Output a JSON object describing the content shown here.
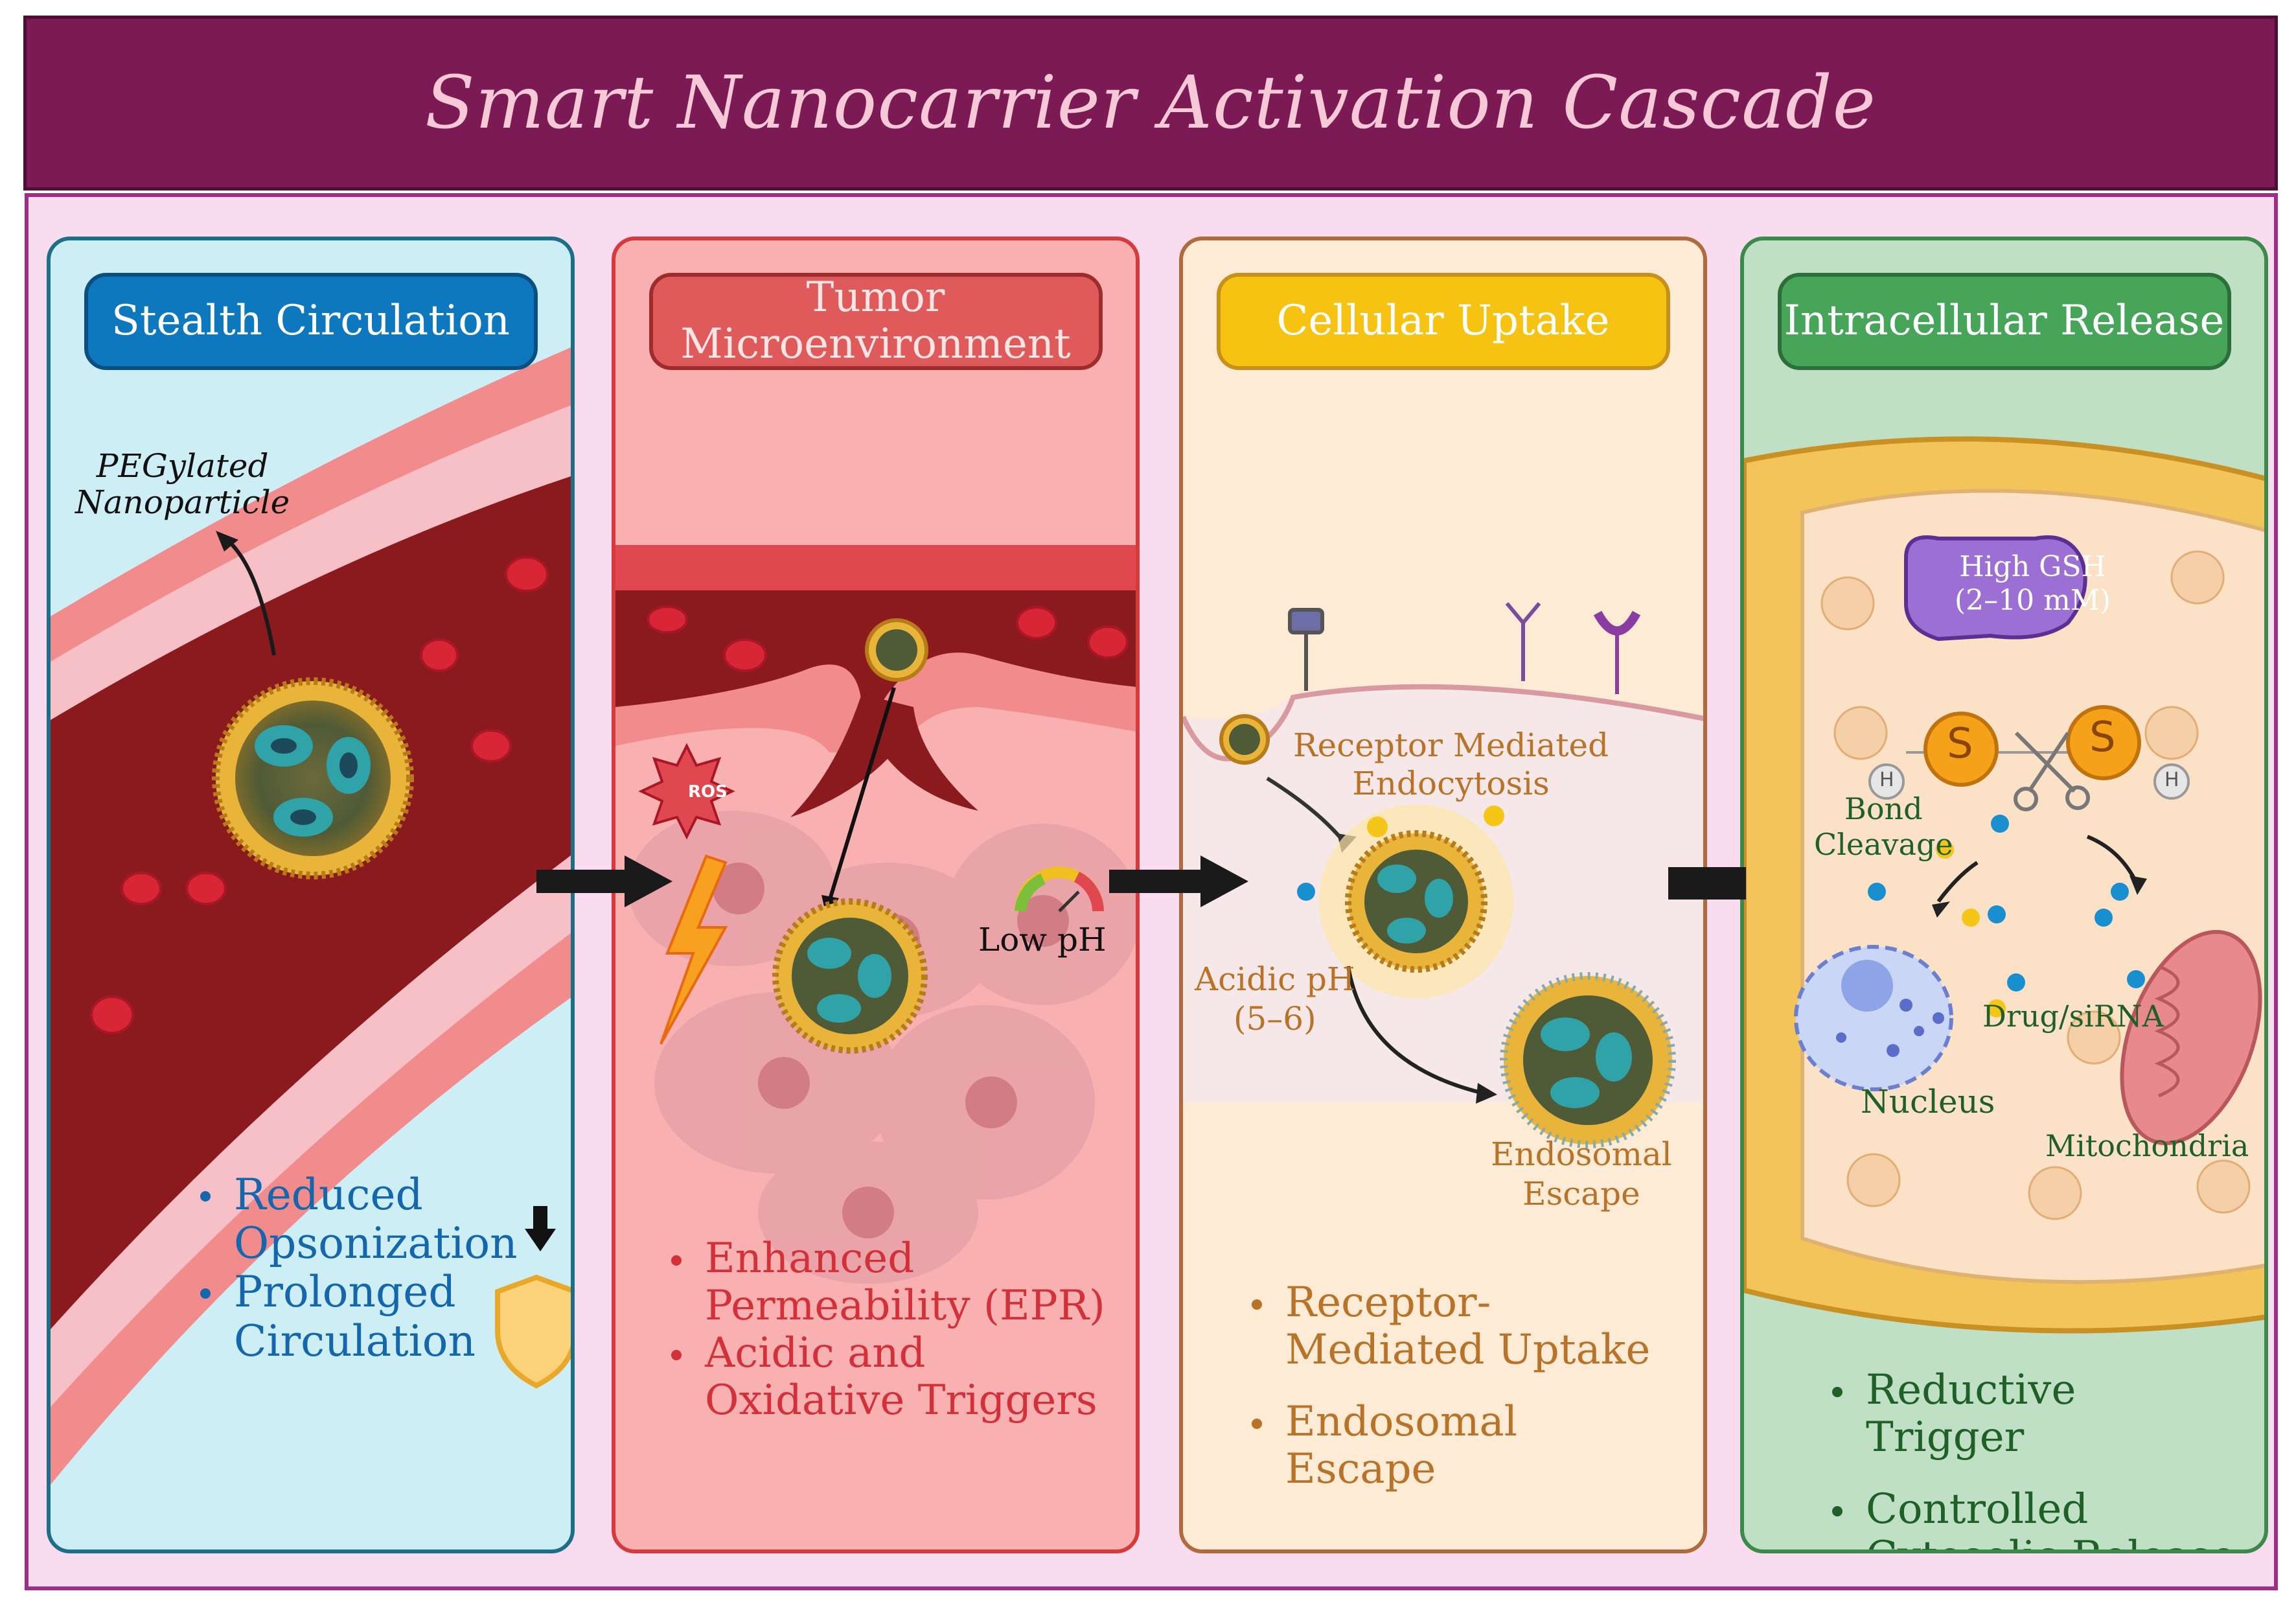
{
  "title": "Smart Nanocarrier Activation Cascade",
  "panels": [
    {
      "header": "Stealth Circulation",
      "labels": {
        "nanoparticle": "PEGylated\nNanoparticle"
      },
      "bullets": [
        "Reduced Opsonization",
        "Prolonged Circulation"
      ]
    },
    {
      "header": "Tumor\nMicroenvironment",
      "labels": {
        "ros": "ROS",
        "ph": "Low pH"
      },
      "bullets": [
        "Enhanced Permeability (EPR)",
        "Acidic and Oxidative Triggers"
      ]
    },
    {
      "header": "Cellular Uptake",
      "labels": {
        "endocytosis": "Receptor Mediated\nEndocytosis",
        "acidic": "Acidic pH\n(5–6)",
        "escape": "Endosomal\nEscape"
      },
      "bullets": [
        "Receptor-\nMediated Uptake",
        "Endosomal\nEscape"
      ]
    },
    {
      "header": "Intracellular Release",
      "labels": {
        "gsh": "High GSH\n(2–10 mM)",
        "cleavage": "Bond\nCleavage",
        "drug": "Drug/siRNA",
        "nucleus": "Nucleus",
        "mito": "Mitochondria",
        "s": "S",
        "h": "H"
      },
      "bullets": [
        "Reductive\nTrigger",
        "Controlled\nCytosolic Release"
      ]
    }
  ],
  "icons": [
    "arrow-up-icon",
    "down-arrow-icon",
    "shield-icon",
    "lightning-icon",
    "ros-burst-icon",
    "ph-gauge-icon",
    "scissors-icon",
    "receptor-icon",
    "flow-arrow-icon"
  ],
  "colors": {
    "title_bg": "#7b1a55",
    "title_text": "#f7c9d6",
    "background": "#f9dcef",
    "stealth": "#0e78be",
    "tumor": "#df5a5a",
    "uptake": "#f6c313",
    "release": "#47a55a"
  }
}
